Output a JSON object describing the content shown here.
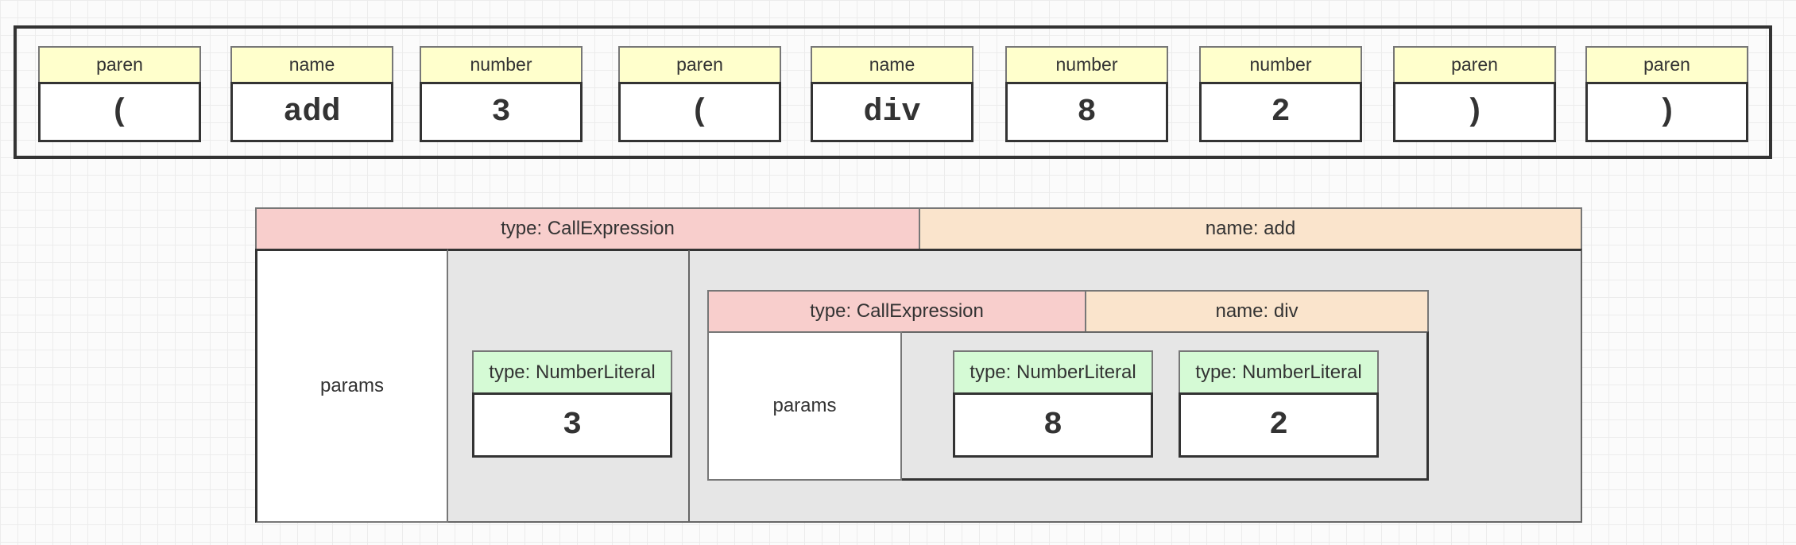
{
  "tokens": [
    {
      "type": "paren",
      "value": "("
    },
    {
      "type": "name",
      "value": "add"
    },
    {
      "type": "number",
      "value": "3"
    },
    {
      "type": "paren",
      "value": "("
    },
    {
      "type": "name",
      "value": "div"
    },
    {
      "type": "number",
      "value": "8"
    },
    {
      "type": "number",
      "value": "2"
    },
    {
      "type": "paren",
      "value": ")"
    },
    {
      "type": "paren",
      "value": ")"
    }
  ],
  "ast": {
    "type_label": "type: CallExpression",
    "name_label": "name: add",
    "params_label": "params",
    "param_number": {
      "type_label": "type: NumberLiteral",
      "value": "3"
    },
    "nested": {
      "type_label": "type: CallExpression",
      "name_label": "name: div",
      "params_label": "params",
      "params": [
        {
          "type_label": "type: NumberLiteral",
          "value": "8"
        },
        {
          "type_label": "type: NumberLiteral",
          "value": "2"
        }
      ]
    }
  },
  "colors": {
    "token_type_bg": "#ffffcc",
    "call_expression_bg": "#f8cecc",
    "name_bg": "#fae4cc",
    "number_literal_bg": "#d5fad5",
    "params_area_bg": "#e6e6e6"
  }
}
